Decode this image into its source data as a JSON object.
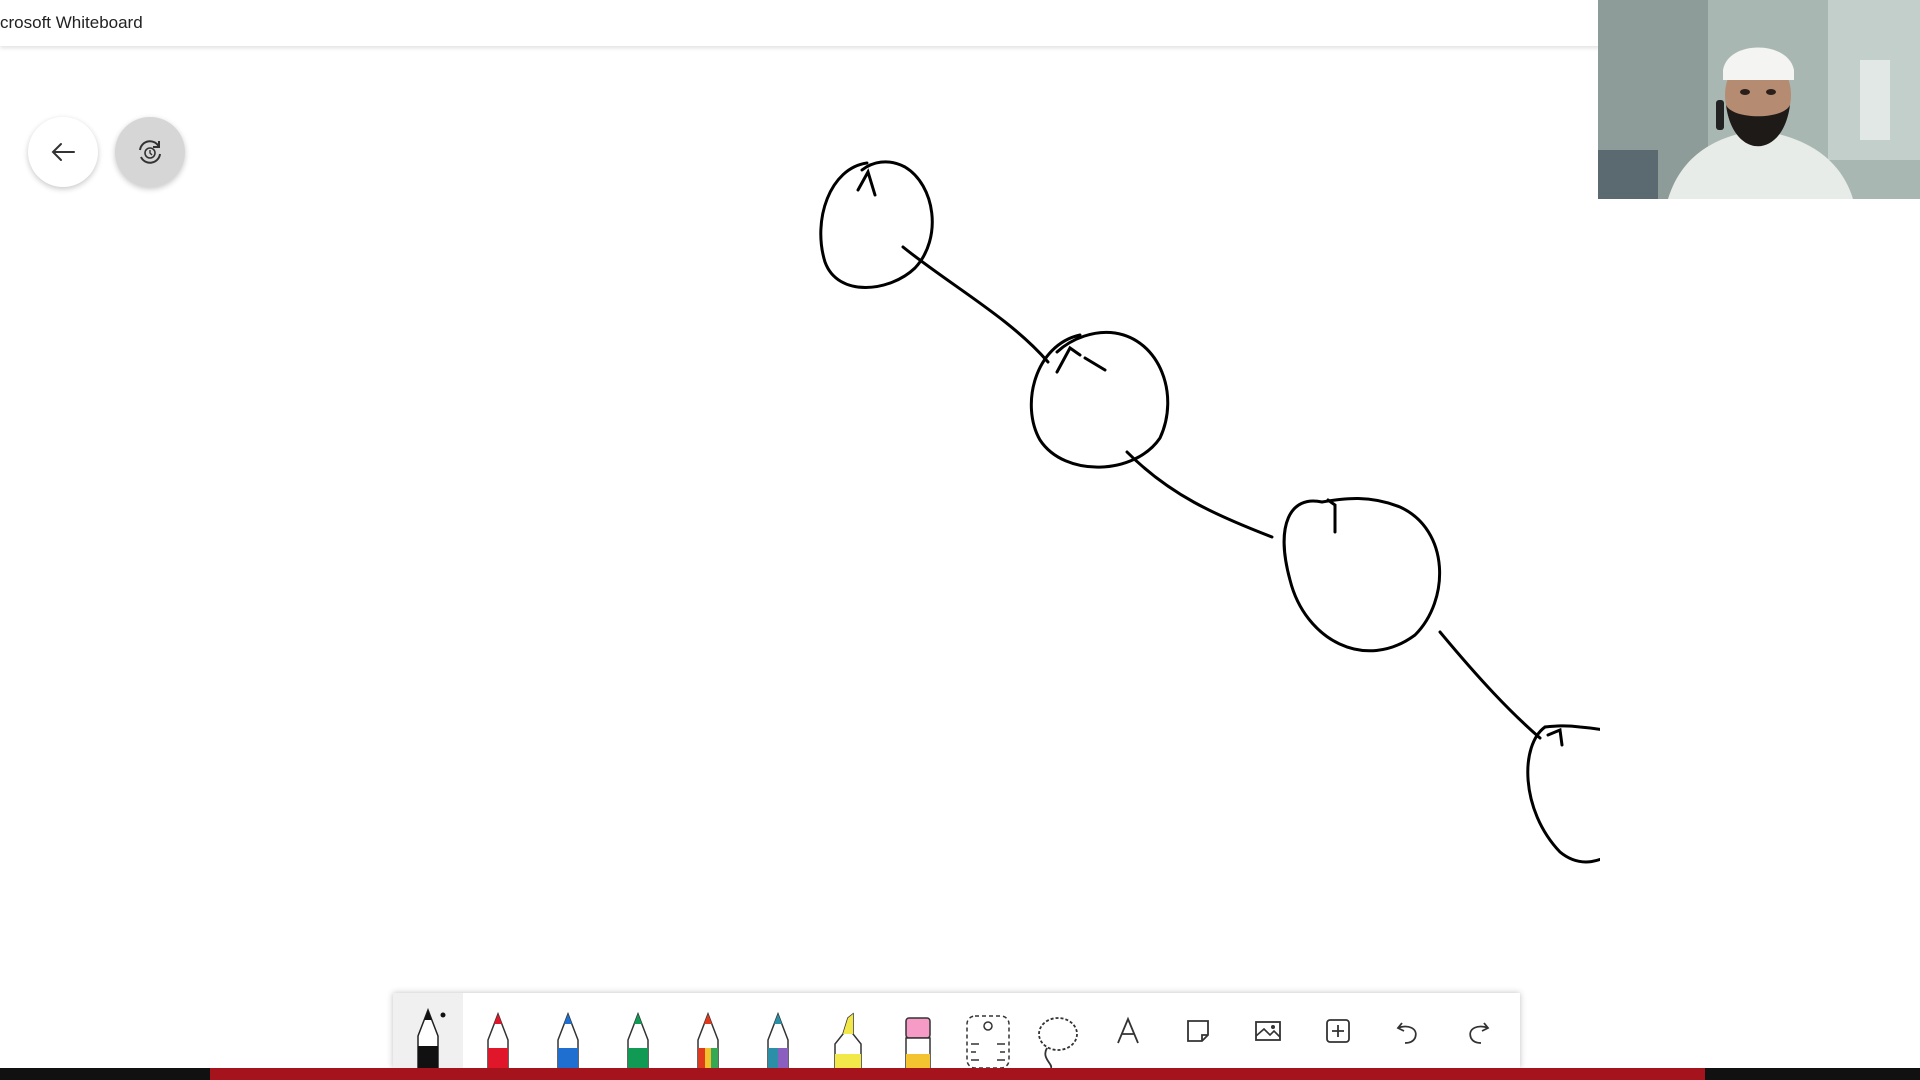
{
  "window": {
    "title": "crosoft Whiteboard"
  },
  "nav": {
    "back_icon": "arrow-left-icon",
    "sync_icon": "sync-icon"
  },
  "toolbar": {
    "tools": [
      {
        "name": "black-pen",
        "color": "#111111",
        "selected": true
      },
      {
        "name": "red-pen",
        "color": "#e0162b"
      },
      {
        "name": "blue-pen",
        "color": "#1e6fd0"
      },
      {
        "name": "green-pen",
        "color": "#119a54"
      },
      {
        "name": "rainbow-pen",
        "color": "#e67e22"
      },
      {
        "name": "galaxy-pen",
        "color": "#2c8fa8"
      },
      {
        "name": "highlighter",
        "color": "#f3e84a"
      },
      {
        "name": "eraser",
        "color": "#f59bc6"
      },
      {
        "name": "ruler",
        "icon": "ruler-icon"
      },
      {
        "name": "lasso",
        "icon": "lasso-icon"
      },
      {
        "name": "text",
        "icon": "text-icon"
      },
      {
        "name": "sticky-note",
        "icon": "note-icon"
      },
      {
        "name": "image",
        "icon": "image-icon"
      },
      {
        "name": "insert",
        "icon": "plus-box-icon"
      },
      {
        "name": "undo",
        "icon": "undo-icon"
      },
      {
        "name": "redo",
        "icon": "redo-icon"
      }
    ]
  },
  "colors": {
    "ink": "#000000",
    "bottom_bar": "#a5141c"
  }
}
